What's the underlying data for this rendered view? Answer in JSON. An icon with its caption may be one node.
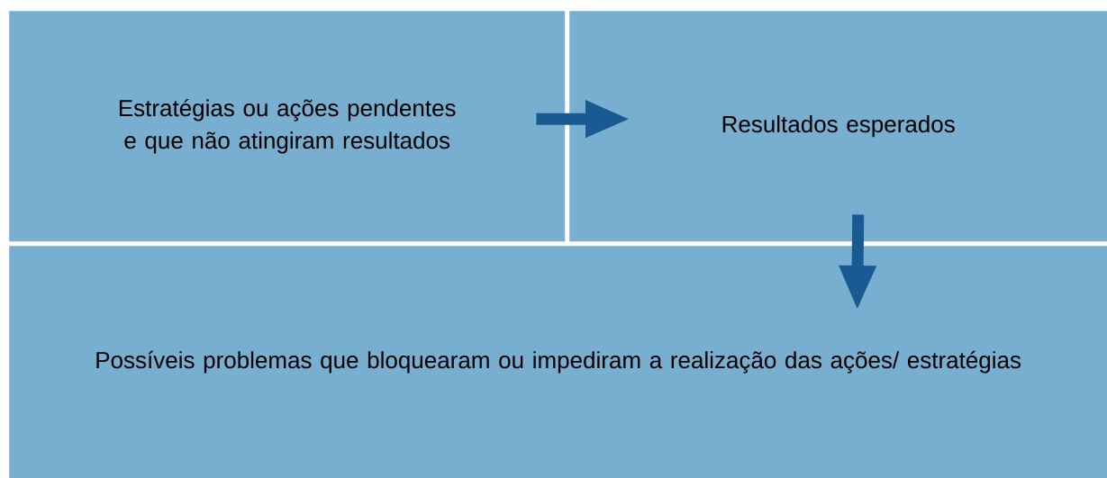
{
  "diagram": {
    "nodes": [
      {
        "text": [
          "Estratégias ou ações pendentes e que não atingiram resultados"
        ]
      },
      {
        "text": [
          "Resultados esperados"
        ]
      },
      {
        "text": [
          "Possíveis problemas que bloquearam ou impediram a realização das ações/ estratégias"
        ]
      }
    ],
    "edges": [
      {
        "from": 0,
        "to": 1,
        "arrow": "to"
      },
      {
        "from": 1,
        "to": 2,
        "arrow": "to"
      }
    ]
  }
}
